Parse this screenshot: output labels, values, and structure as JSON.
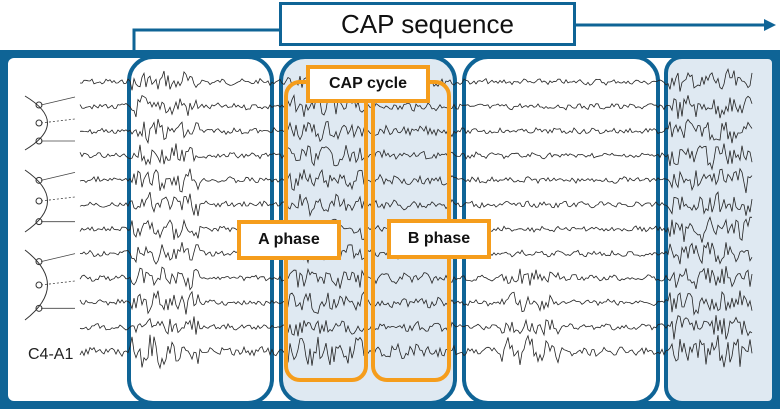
{
  "title": "CAP sequence",
  "labels": {
    "cap_cycle": "CAP cycle",
    "a_phase": "A phase",
    "b_phase": "B phase",
    "channel": "C4-A1"
  },
  "colors": {
    "frame": "#0f6496",
    "shaded_segment": "#dfe9f2",
    "phase_box": "#f59d1c",
    "trace": "#222222"
  },
  "segments": [
    {
      "name": "segment-1",
      "shaded": false
    },
    {
      "name": "segment-2-cap-cycle",
      "shaded": true
    },
    {
      "name": "segment-3",
      "shaded": false
    },
    {
      "name": "segment-4",
      "shaded": true
    }
  ],
  "channels_count": 12
}
